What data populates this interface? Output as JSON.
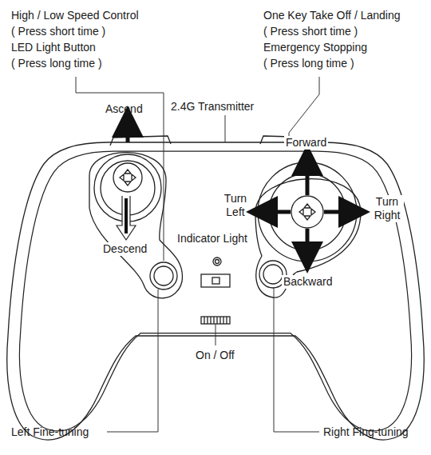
{
  "diagram": {
    "labels": [
      "High / Low Speed Control",
      "( Press short time )",
      "LED Light Button",
      "( Press long time )",
      "One Key Take Off / Landing",
      "( Press short time )",
      "Emergency Stopping",
      "( Press long time )",
      "2.4G Transmitter",
      "Ascend",
      "Forward",
      "Turn Left",
      "Turn Right",
      "Indicator Light",
      "Descend",
      "Backward",
      "On / Off",
      "Left Fine-tuning",
      "Right Fing-tuning"
    ]
  }
}
